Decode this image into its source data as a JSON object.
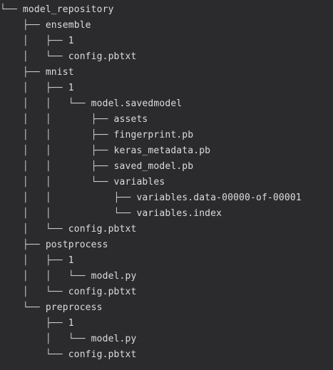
{
  "tree": {
    "lines": [
      {
        "prefix": "└── ",
        "name": "model_repository",
        "kind": "folder"
      },
      {
        "prefix": "    ├── ",
        "name": "ensemble",
        "kind": "folder"
      },
      {
        "prefix": "    │   ├── ",
        "name": "1",
        "kind": "folder"
      },
      {
        "prefix": "    │   └── ",
        "name": "config.pbtxt",
        "kind": "file"
      },
      {
        "prefix": "    ├── ",
        "name": "mnist",
        "kind": "folder"
      },
      {
        "prefix": "    │   ├── ",
        "name": "1",
        "kind": "folder"
      },
      {
        "prefix": "    │   │   └── ",
        "name": "model.savedmodel",
        "kind": "folder"
      },
      {
        "prefix": "    │   │       ├── ",
        "name": "assets",
        "kind": "folder"
      },
      {
        "prefix": "    │   │       ├── ",
        "name": "fingerprint.pb",
        "kind": "file"
      },
      {
        "prefix": "    │   │       ├── ",
        "name": "keras_metadata.pb",
        "kind": "file"
      },
      {
        "prefix": "    │   │       ├── ",
        "name": "saved_model.pb",
        "kind": "file"
      },
      {
        "prefix": "    │   │       └── ",
        "name": "variables",
        "kind": "folder"
      },
      {
        "prefix": "    │   │           ├── ",
        "name": "variables.data-00000-of-00001",
        "kind": "file"
      },
      {
        "prefix": "    │   │           └── ",
        "name": "variables.index",
        "kind": "file"
      },
      {
        "prefix": "    │   └── ",
        "name": "config.pbtxt",
        "kind": "file"
      },
      {
        "prefix": "    ├── ",
        "name": "postprocess",
        "kind": "folder"
      },
      {
        "prefix": "    │   ├── ",
        "name": "1",
        "kind": "folder"
      },
      {
        "prefix": "    │   │   └── ",
        "name": "model.py",
        "kind": "file"
      },
      {
        "prefix": "    │   └── ",
        "name": "config.pbtxt",
        "kind": "file"
      },
      {
        "prefix": "    └── ",
        "name": "preprocess",
        "kind": "folder"
      },
      {
        "prefix": "        ├── ",
        "name": "1",
        "kind": "folder"
      },
      {
        "prefix": "        │   └── ",
        "name": "model.py",
        "kind": "file"
      },
      {
        "prefix": "        └── ",
        "name": "config.pbtxt",
        "kind": "file"
      }
    ]
  }
}
